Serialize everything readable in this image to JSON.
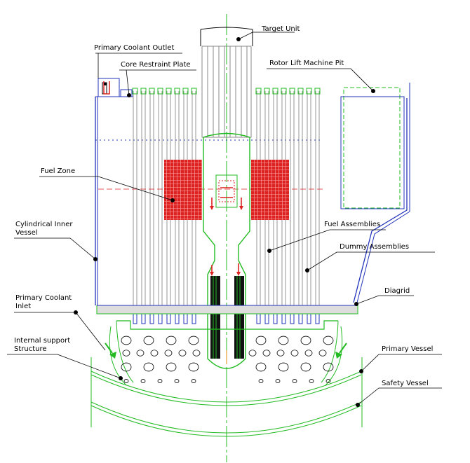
{
  "labels": {
    "target_unit": "Target Unit",
    "primary_coolant_outlet": "Primary Coolant Outlet",
    "core_restraint_plate": "Core Restraint Plate",
    "rotor_lift_machine_pit": "Rotor Lift Machine Pit",
    "fuel_zone": "Fuel Zone",
    "cylindrical_inner_vessel_1": "Cylindrical Inner",
    "cylindrical_inner_vessel_2": "Vessel",
    "fuel_assemblies": "Fuel Assemblies",
    "dummy_assemblies": "Dummy Assemblies",
    "diagrid": "Diagrid",
    "primary_coolant_inlet_1": "Primary Coolant",
    "primary_coolant_inlet_2": "Inlet",
    "internal_support_structure_1": "Internal support",
    "internal_support_structure_2": "Structure",
    "primary_vessel": "Primary Vessel",
    "safety_vessel": "Safety Vessel"
  },
  "colors": {
    "outline": "#22bb22",
    "rods": "#8a8a8a",
    "vessel": "#2233bb",
    "fuel_zone": "#dd2222",
    "leader": "#000000"
  }
}
